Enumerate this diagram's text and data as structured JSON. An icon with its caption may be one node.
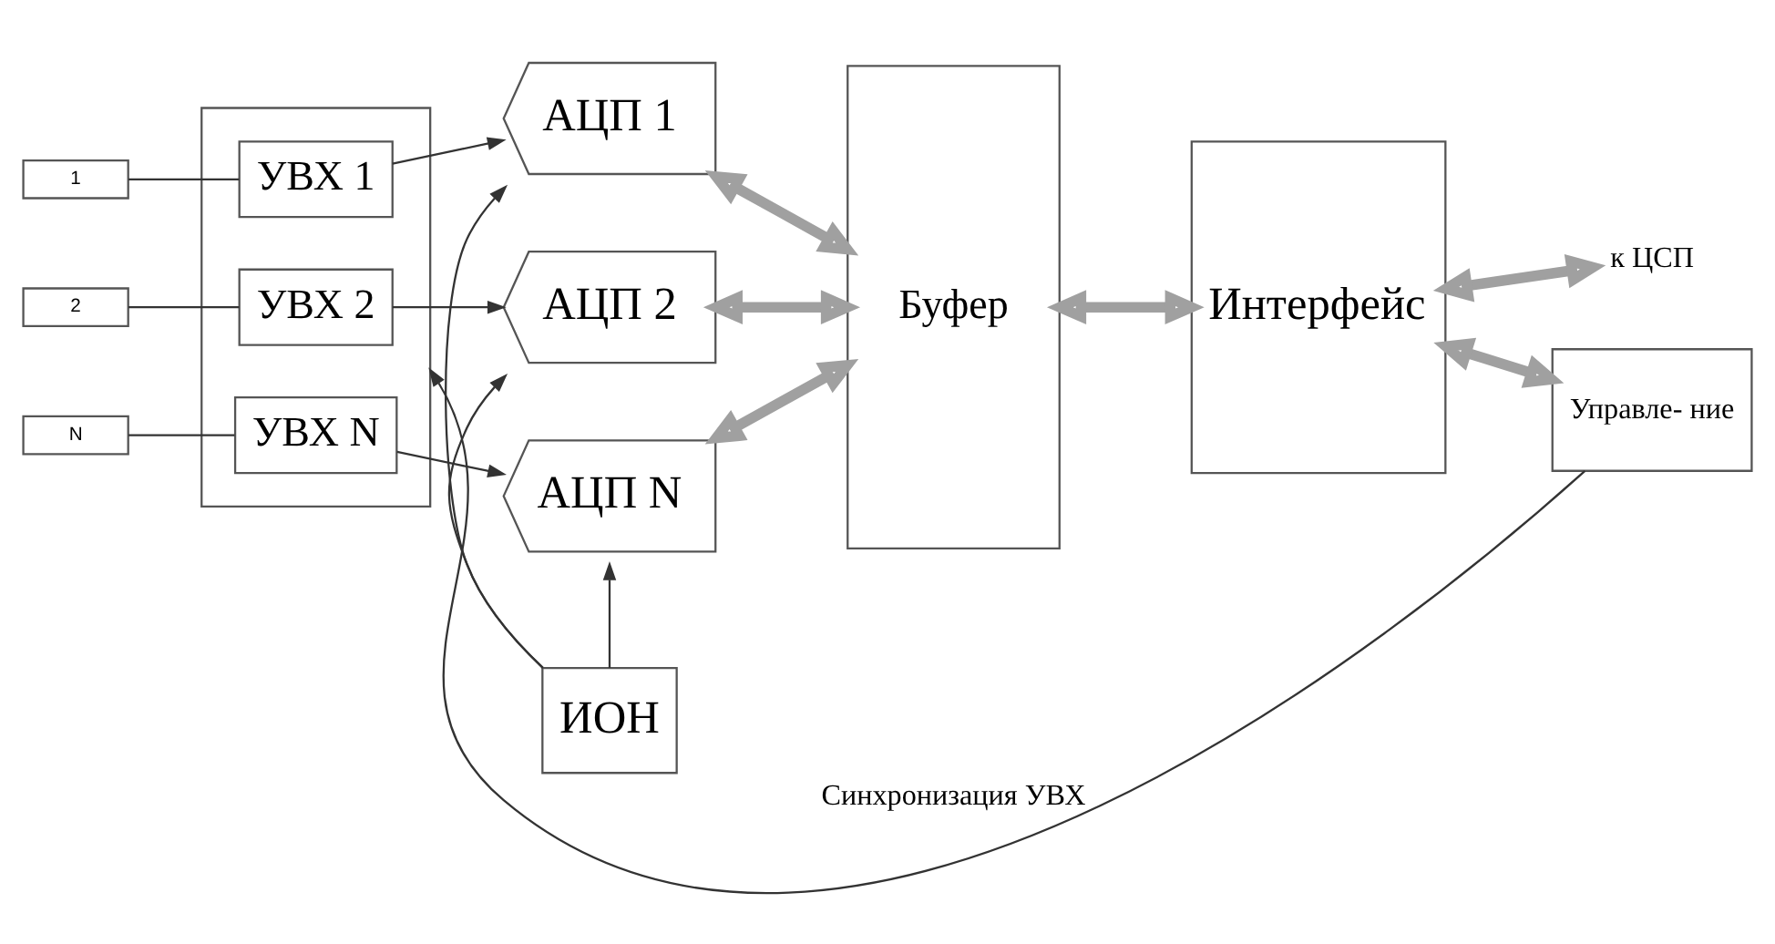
{
  "diagram": {
    "nodes": [
      {
        "text": [],
        "shape": "box"
      },
      {
        "text": [
          "1"
        ]
      },
      {
        "text": [
          "УВХ 1"
        ],
        "in": 0
      },
      {
        "text": [
          "2"
        ]
      },
      {
        "text": [
          "УВХ 2"
        ],
        "in": 0
      },
      {
        "text": [
          "N"
        ]
      },
      {
        "text": [
          "УВХ N"
        ],
        "in": 0
      },
      {
        "text": [
          "АЦП 1"
        ]
      },
      {
        "text": [
          "АЦП 2"
        ]
      },
      {
        "text": [
          "АЦП N"
        ]
      },
      {
        "text": [
          "ИОН"
        ]
      },
      {
        "text": [
          "Буфер"
        ]
      },
      {
        "text": [
          "Интерфейс"
        ]
      },
      {
        "text": [
          "к ЦСП"
        ]
      },
      {
        "text": [
          "Управле- ние"
        ]
      }
    ],
    "edges": [
      {
        "from": 1,
        "to": 2,
        "arrow": "none"
      },
      {
        "from": 3,
        "to": 4,
        "arrow": "none"
      },
      {
        "from": 5,
        "to": 6,
        "arrow": "none"
      },
      {
        "from": 2,
        "to": 7,
        "arrow": "to"
      },
      {
        "from": 4,
        "to": 8,
        "arrow": "to"
      },
      {
        "from": 6,
        "to": 9,
        "arrow": "to"
      },
      {
        "from": 10,
        "to": 7,
        "arrow": "to"
      },
      {
        "from": 10,
        "to": 8,
        "arrow": "to"
      },
      {
        "from": 10,
        "to": 9,
        "arrow": "to"
      },
      {
        "from": 7,
        "to": 11,
        "arrow": "both",
        "style": "thick",
        "color": "#a0a0a0"
      },
      {
        "from": 8,
        "to": 11,
        "arrow": "both",
        "style": "thick",
        "color": "#a0a0a0"
      },
      {
        "from": 9,
        "to": 11,
        "arrow": "both",
        "style": "thick",
        "color": "#a0a0a0"
      },
      {
        "from": 11,
        "to": 12,
        "arrow": "both",
        "style": "thick",
        "color": "#a0a0a0"
      },
      {
        "from": 12,
        "to": 13,
        "arrow": "both",
        "style": "thick",
        "color": "#a0a0a0"
      },
      {
        "from": 12,
        "to": 14,
        "arrow": "both",
        "style": "thick",
        "color": "#a0a0a0"
      },
      {
        "from": 14,
        "to": 0,
        "arrow": "to",
        "label": "Синхронизация УВХ"
      }
    ]
  }
}
